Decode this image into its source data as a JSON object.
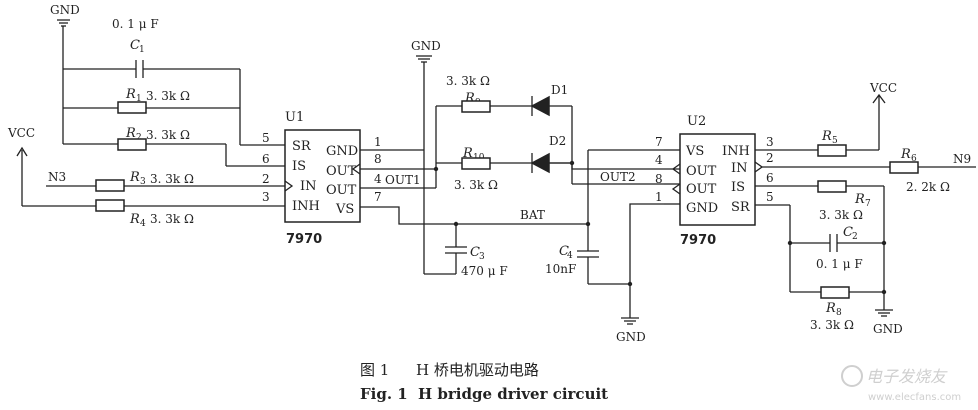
{
  "labels": {
    "gnd": "GND",
    "vcc": "VCC",
    "n3": "N3",
    "n9": "N9",
    "bat": "BAT",
    "out1": "OUT1",
    "out2": "OUT2"
  },
  "chips": [
    {
      "ref": "U1",
      "part": "7970",
      "left_pins": [
        {
          "num": "5",
          "name": "SR"
        },
        {
          "num": "6",
          "name": "IS"
        },
        {
          "num": "2",
          "name": "IN"
        },
        {
          "num": "3",
          "name": "INH"
        }
      ],
      "right_pins": [
        {
          "num": "1",
          "name": "GND"
        },
        {
          "num": "8",
          "name": "OUT"
        },
        {
          "num": "4",
          "name": "OUT"
        },
        {
          "num": "7",
          "name": "VS"
        }
      ]
    },
    {
      "ref": "U2",
      "part": "7970",
      "left_pins": [
        {
          "num": "7",
          "name": "VS"
        },
        {
          "num": "4",
          "name": "OUT"
        },
        {
          "num": "8",
          "name": "OUT"
        },
        {
          "num": "1",
          "name": "GND"
        }
      ],
      "right_pins": [
        {
          "num": "3",
          "name": "INH"
        },
        {
          "num": "2",
          "name": "IN"
        },
        {
          "num": "6",
          "name": "IS"
        },
        {
          "num": "5",
          "name": "SR"
        }
      ]
    }
  ],
  "components": {
    "C1": {
      "letter": "C",
      "num": "1",
      "value": "0. 1 μ F"
    },
    "C2": {
      "letter": "C",
      "num": "2",
      "value": "0. 1 μ F"
    },
    "C3": {
      "letter": "C",
      "num": "3",
      "value": "470 μ F"
    },
    "C4": {
      "letter": "C",
      "num": "4",
      "value": "10nF"
    },
    "R1": {
      "letter": "R",
      "num": "1",
      "value": "3. 3k Ω"
    },
    "R2": {
      "letter": "R",
      "num": "2",
      "value": "3. 3k Ω"
    },
    "R3": {
      "letter": "R",
      "num": "3",
      "value": "3. 3k Ω"
    },
    "R4": {
      "letter": "R",
      "num": "4",
      "value": "3. 3k Ω"
    },
    "R5": {
      "letter": "R",
      "num": "5",
      "value": ""
    },
    "R6": {
      "letter": "R",
      "num": "6",
      "value": "2. 2k Ω"
    },
    "R7": {
      "letter": "R",
      "num": "7",
      "value": "3. 3k Ω"
    },
    "R8": {
      "letter": "R",
      "num": "8",
      "value": "3. 3k Ω"
    },
    "R9": {
      "letter": "R",
      "num": "9",
      "value": "3. 3k Ω"
    },
    "R10": {
      "letter": "R",
      "num": "10",
      "value": "3. 3k Ω"
    },
    "D1": {
      "label": "D1"
    },
    "D2": {
      "label": "D2"
    }
  },
  "caption": {
    "cn_fig": "图 1",
    "cn_title": "H 桥电机驱动电路",
    "en_fig": "Fig. 1",
    "en_title": "H bridge driver circuit"
  },
  "watermark": {
    "text": "电子发烧友",
    "url": "www.elecfans.com"
  }
}
